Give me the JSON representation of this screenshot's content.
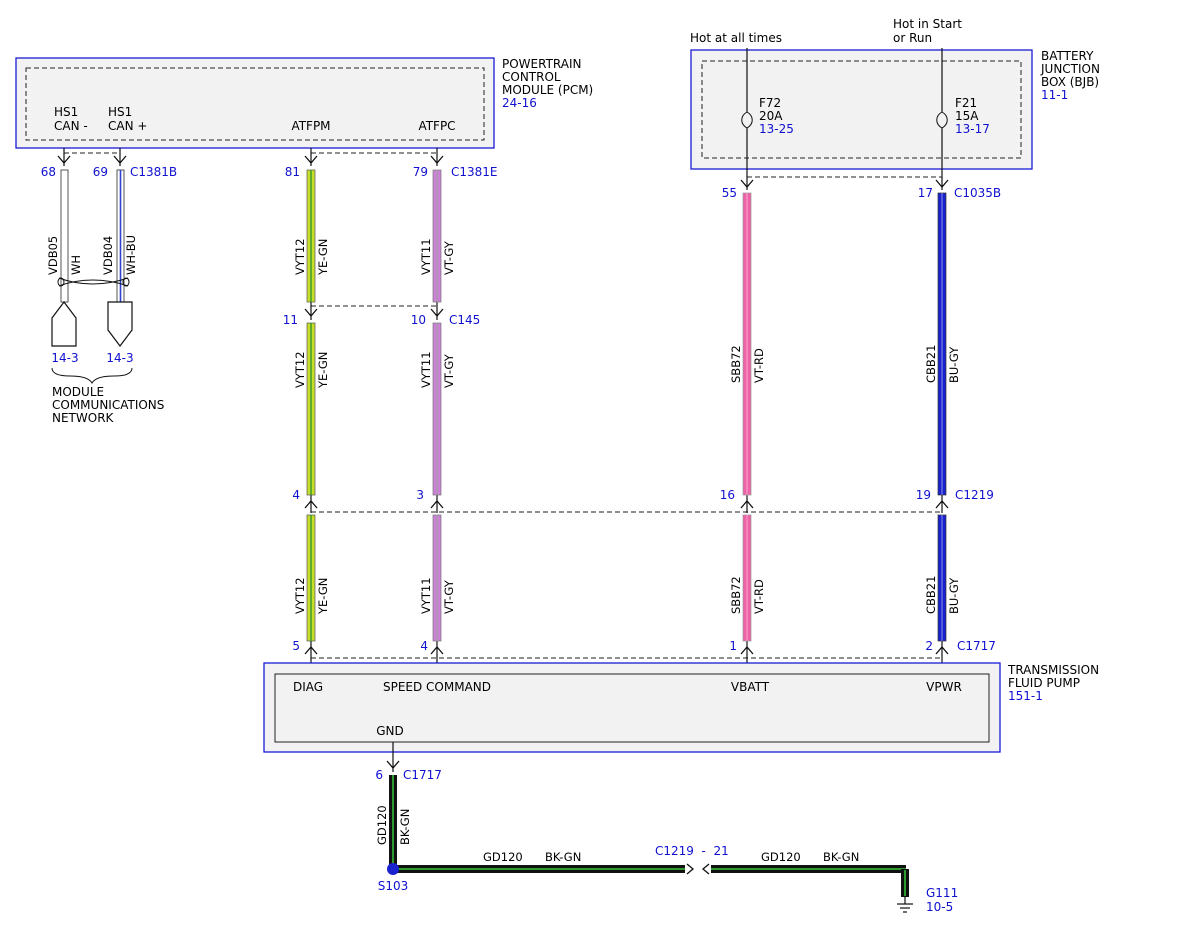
{
  "pcm": {
    "title": [
      "POWERTRAIN",
      "CONTROL",
      "MODULE (PCM)"
    ],
    "ref": "24-16"
  },
  "bjb": {
    "title": [
      "BATTERY",
      "JUNCTION",
      "BOX (BJB)"
    ],
    "ref": "11-1"
  },
  "pump": {
    "title": [
      "TRANSMISSION",
      "FLUID PUMP"
    ],
    "ref": "151-1"
  },
  "power_labels": {
    "hot_always": "Hot at all times",
    "hot_start": [
      "Hot in Start",
      "or Run"
    ]
  },
  "pcm_pins": {
    "hs1_minus": [
      "HS1",
      "CAN -"
    ],
    "hs1_plus": [
      "HS1",
      "CAN +"
    ],
    "atfpm": "ATFPM",
    "atfpc": "ATFPC"
  },
  "pump_pins": {
    "diag": "DIAG",
    "speed": "SPEED COMMAND",
    "vbatt": "VBATT",
    "vpwr": "VPWR",
    "gnd": "GND"
  },
  "fuses": [
    {
      "name": "F72",
      "rating": "20A",
      "ref": "13-25"
    },
    {
      "name": "F21",
      "rating": "15A",
      "ref": "13-17"
    }
  ],
  "connectors": {
    "c1381b": "C1381B",
    "c1381e": "C1381E",
    "c1035b": "C1035B",
    "c145": "C145",
    "c1219": "C1219",
    "c1717": "C1717",
    "c1717_gnd": "C1717",
    "c1219_inline": "C1219  -  21"
  },
  "pins": {
    "p68": "68",
    "p69": "69",
    "p81": "81",
    "p79": "79",
    "p55": "55",
    "p17": "17",
    "p11": "11",
    "p10": "10",
    "p4a": "4",
    "p3": "3",
    "p16": "16",
    "p19": "19",
    "p5": "5",
    "p4b": "4",
    "p1": "1",
    "p2": "2",
    "p6": "6"
  },
  "wires": {
    "vdb05": {
      "circuit": "VDB05",
      "color": "WH"
    },
    "vdb04": {
      "circuit": "VDB04",
      "color": "WH-BU"
    },
    "vyt12": {
      "circuit": "VYT12",
      "color": "YE-GN"
    },
    "vyt11": {
      "circuit": "VYT11",
      "color": "VT-GY"
    },
    "sbb72": {
      "circuit": "SBB72",
      "color": "VT-RD"
    },
    "cbb21": {
      "circuit": "CBB21",
      "color": "BU-GY"
    },
    "gd120": {
      "circuit": "GD120",
      "color": "BK-GN"
    }
  },
  "network": {
    "ref_a": "14-3",
    "ref_b": "14-3",
    "label": [
      "MODULE",
      "COMMUNICATIONS",
      "NETWORK"
    ]
  },
  "splice": {
    "name": "S103"
  },
  "ground": {
    "name": "G111",
    "ref": "10-5"
  },
  "colors": {
    "box_border": "#1a1ad6",
    "ref_text": "#1010d0",
    "ye_gn": "#c8dc2a",
    "vt_gy": "#cc80d8",
    "vt_rd": "#ee62a8",
    "bu_gy": "#1a22d0",
    "bk_gn": "#111111",
    "gn_stripe": "#2c9a2c"
  }
}
